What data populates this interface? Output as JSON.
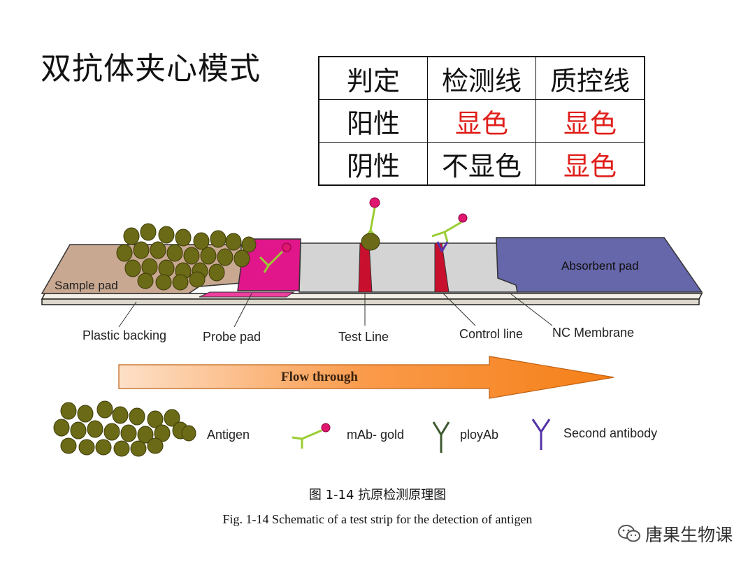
{
  "title": "双抗体夹心模式",
  "table": {
    "header": [
      "判定",
      "检测线",
      "质控线"
    ],
    "rows": [
      [
        "阳性",
        "显色",
        "显色"
      ],
      [
        "阴性",
        "不显色",
        "显色"
      ]
    ],
    "highlight_color": "#e0201c"
  },
  "strip_labels": {
    "sample_pad": "Sample pad",
    "absorbent_pad": "Absorbent pad",
    "plastic_backing": "Plastic backing",
    "probe_pad": "Probe pad",
    "test_line": "Test Line",
    "control_line": "Control line",
    "nc_membrane": "NC Membrane",
    "flow": "Flow through"
  },
  "legend": {
    "antigen": "Antigen",
    "mab_gold": "mAb- gold",
    "polyab": "ployAb",
    "second_antibody": "Second antibody"
  },
  "caption_cn": "图 1-14 抗原检测原理图",
  "caption_en": "Fig. 1-14 Schematic of a test strip for the detection of antigen",
  "watermark": "唐果生物课",
  "colors": {
    "antigen": "#6b6a16",
    "probe_pad": "#e0168a",
    "absorbent_pad": "#6666aa",
    "line_red": "#c8102e",
    "gold": "#e0176e",
    "antibody_green": "#9acd32",
    "second_antibody": "#5533aa",
    "flow_arrow": "#f57f17"
  }
}
